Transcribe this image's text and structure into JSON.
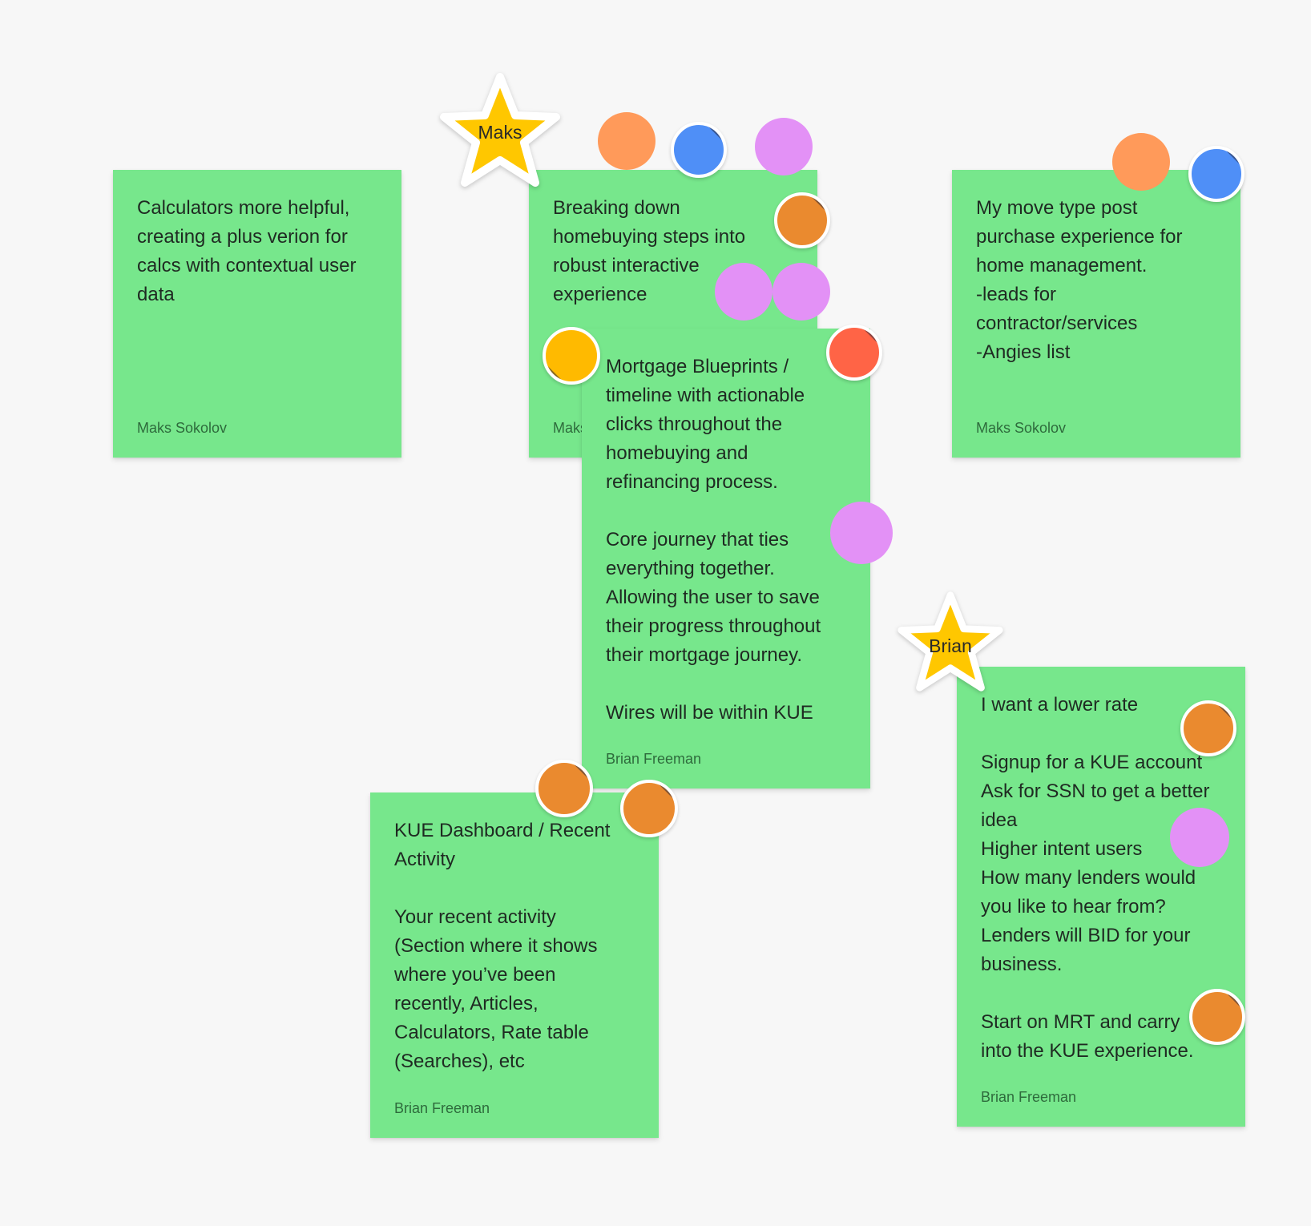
{
  "notes": [
    {
      "text": "Calculators more helpful,\ncreating a plus verion for\ncalcs with contextual user\ndata",
      "author": "Maks Sokolov"
    },
    {
      "text": "Breaking down\nhomebuying steps into\nrobust interactive\nexperience",
      "author": "Maks Sokolov"
    },
    {
      "text": "My move type post\npurchase experience for\nhome management.\n-leads for\ncontractor/services\n-Angies list",
      "author": "Maks Sokolov"
    },
    {
      "text": "Mortgage Blueprints /\ntimeline with actionable\nclicks throughout the\nhomebuying and\nrefinancing process.\n\nCore journey that ties\neverything together.\nAllowing the user to save\ntheir progress throughout\ntheir mortgage journey.\n\nWires will be within KUE",
      "author": "Brian Freeman"
    },
    {
      "text": "KUE Dashboard / Recent\nActivity\n\nYour recent activity\n(Section where it shows\nwhere you’ve been\nrecently, Articles,\nCalculators, Rate table\n(Searches), etc",
      "author": "Brian Freeman"
    },
    {
      "text": "I want a lower rate\n\nSignup for a KUE account\nAsk for SSN to get a better\nidea\nHigher intent users\nHow many lenders would\nyou like to hear from?\nLenders will BID for your\nbusiness.\n\nStart on MRT and carry\ninto the KUE experience.",
      "author": "Brian Freeman"
    }
  ],
  "stars": [
    {
      "label": "Maks"
    },
    {
      "label": "Brian"
    }
  ],
  "colors": {
    "note": "#77e78c",
    "star": "#ffc700",
    "orange_dot": "#ff9a5a",
    "pink_dot": "#e391f6",
    "blue_sticker": "#4f8ff7",
    "amber_sticker": "#ea8a2f",
    "yellow_sticker": "#ffba00",
    "red_sticker": "#ff6446"
  }
}
